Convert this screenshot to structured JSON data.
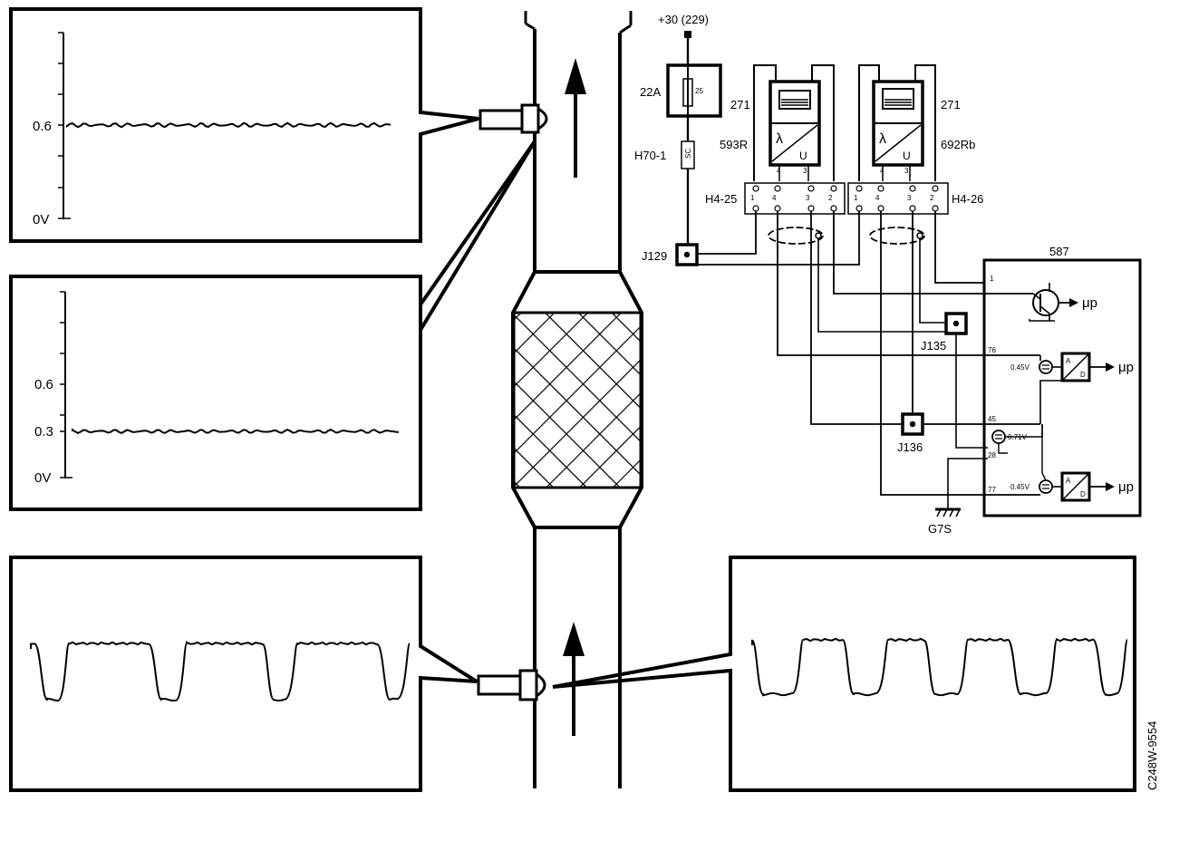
{
  "panels": {
    "upstream_scope": {
      "y_labels": [
        "0.6",
        "0V"
      ]
    },
    "downstream_scope": {
      "y_labels": [
        "0.6",
        "0.3",
        "0V"
      ]
    }
  },
  "circuit": {
    "supply": "+30 (229)",
    "fuse_id": "22A",
    "fuse_rating": "25",
    "connector_h70": "H70-1",
    "h70_pin": "SC",
    "connector_left": "H4-25",
    "connector_right": "H4-26",
    "junction_j129": "J129",
    "junction_j135": "J135",
    "junction_j136": "J136",
    "ground": "G7S",
    "ecu": "587",
    "sensor_type_label": "271",
    "sensor_left": "593R",
    "sensor_right": "692Rb",
    "lambda_symbol": "λ",
    "u_symbol": "U",
    "mu_p": "μp",
    "v045_top": "0.45V",
    "v071": "0.71V",
    "v045_bot": "0.45V",
    "ecu_pin_1": "1",
    "ecu_pin_76": "76",
    "ecu_pin_45": "45",
    "ecu_pin_28": "28",
    "ecu_pin_77": "77",
    "ad_a": "A",
    "ad_d": "D",
    "conn_pins_left": [
      "1",
      "4",
      "3",
      "2"
    ],
    "conn_pins_right": [
      "1",
      "4",
      "3",
      "2"
    ],
    "sensor_pins": [
      "4",
      "3"
    ]
  },
  "figure_code": "C248W-9554"
}
